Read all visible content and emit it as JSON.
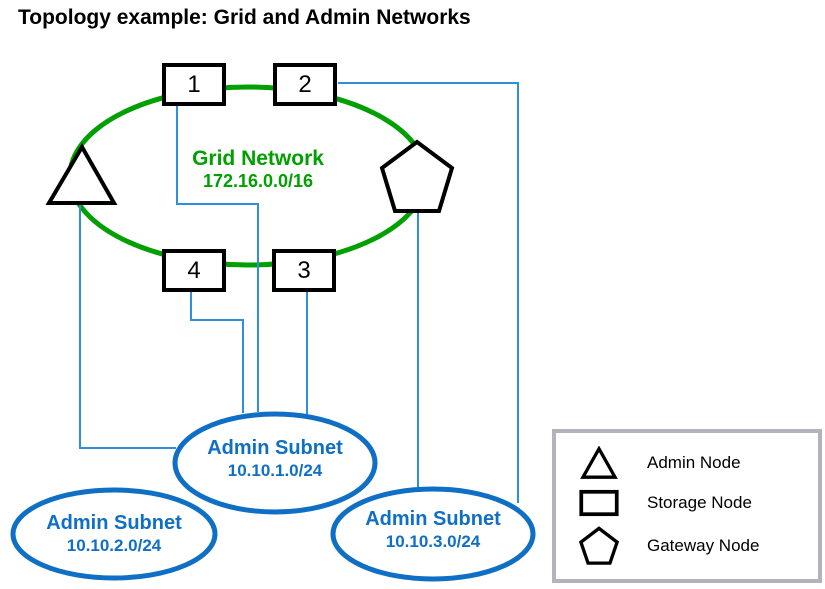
{
  "title": "Topology example: Grid and Admin Networks",
  "grid_network": {
    "name": "Grid Network",
    "cidr": "172.16.0.0/16"
  },
  "storage_nodes": [
    "1",
    "2",
    "3",
    "4"
  ],
  "admin_subnets": [
    {
      "name": "Admin Subnet",
      "cidr": "10.10.1.0/24"
    },
    {
      "name": "Admin Subnet",
      "cidr": "10.10.2.0/24"
    },
    {
      "name": "Admin Subnet",
      "cidr": "10.10.3.0/24"
    }
  ],
  "legend": {
    "items": [
      {
        "icon": "triangle-icon",
        "label": "Admin Node"
      },
      {
        "icon": "square-icon",
        "label": "Storage Node"
      },
      {
        "icon": "pentagon-icon",
        "label": "Gateway Node"
      }
    ]
  },
  "colors": {
    "grid_green": "#00A000",
    "subnet_blue": "#0F6FC5",
    "connector_blue": "#2E90D9",
    "node_outline": "#000000",
    "legend_border": "#B3B3BD"
  }
}
